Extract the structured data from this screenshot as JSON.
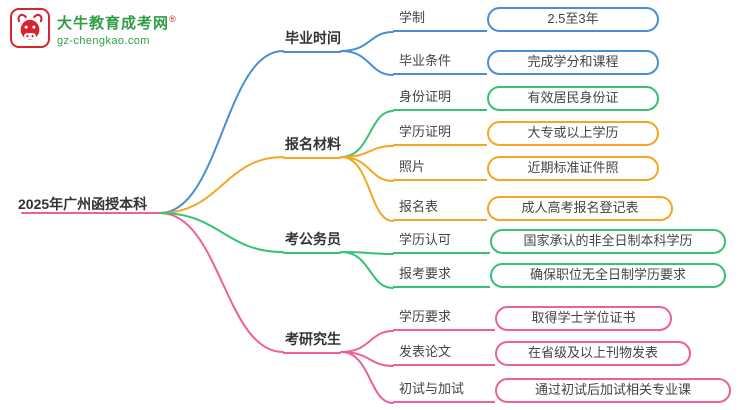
{
  "logo": {
    "brand": "大牛教育成考网",
    "registered_mark": "®",
    "domain": "gz-chengkao.com",
    "icon": "bull-icon",
    "brand_color": "#2f9e44",
    "icon_color": "#d9232e"
  },
  "root": {
    "label": "2025年广州函授本科"
  },
  "colors": {
    "blue": "#4a8fd6",
    "orange": "#f5a623",
    "green": "#38c172",
    "pink": "#ed5f9d"
  },
  "branches": [
    {
      "label": "毕业时间",
      "color": "#4a8fd6",
      "items": [
        {
          "label": "学制",
          "value": "2.5至3年",
          "color": "#4a8fd6"
        },
        {
          "label": "毕业条件",
          "value": "完成学分和课程",
          "color": "#4a8fd6"
        }
      ]
    },
    {
      "label": "报名材料",
      "color": "#f5a623",
      "items": [
        {
          "label": "身份证明",
          "value": "有效居民身份证",
          "color": "#38c172"
        },
        {
          "label": "学历证明",
          "value": "大专或以上学历",
          "color": "#f5a623"
        },
        {
          "label": "照片",
          "value": "近期标准证件照",
          "color": "#f5a623"
        },
        {
          "label": "报名表",
          "value": "成人高考报名登记表",
          "color": "#f5a623"
        }
      ]
    },
    {
      "label": "考公务员",
      "color": "#38c172",
      "items": [
        {
          "label": "学历认可",
          "value": "国家承认的非全日制本科学历",
          "color": "#38c172"
        },
        {
          "label": "报考要求",
          "value": "确保职位无全日制学历要求",
          "color": "#38c172"
        }
      ]
    },
    {
      "label": "考研究生",
      "color": "#ed5f9d",
      "items": [
        {
          "label": "学历要求",
          "value": "取得学士学位证书",
          "color": "#ed5f9d"
        },
        {
          "label": "发表论文",
          "value": "在省级及以上刊物发表",
          "color": "#ed5f9d"
        },
        {
          "label": "初试与加试",
          "value": "通过初试后加试相关专业课",
          "color": "#ed5f9d"
        }
      ]
    }
  ]
}
